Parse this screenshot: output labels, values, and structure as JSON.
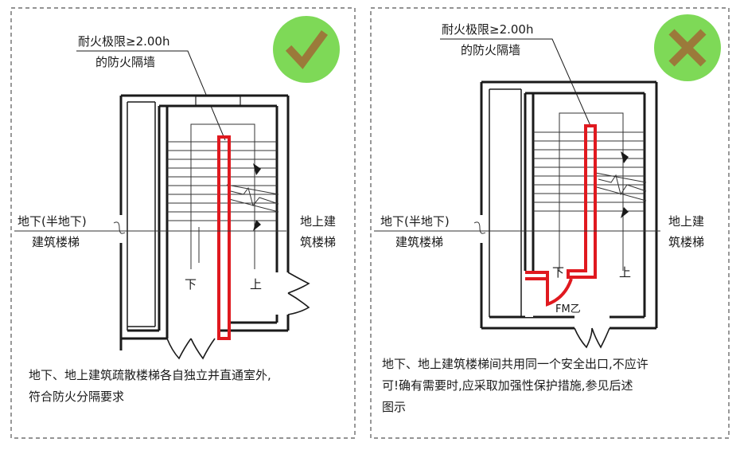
{
  "left_panel": {
    "callout_line1": "耐火极限≥2.00h",
    "callout_line2": "的防火隔墙",
    "label_basement_1": "地下(半地下)",
    "label_basement_2": "建筑楼梯",
    "label_above_1": "地上建",
    "label_above_2": "筑楼梯",
    "down": "下",
    "up": "上",
    "caption_line1": "地下、地上建筑疏散楼梯各自独立并直通室外,",
    "caption_line2": "符合防火分隔要求",
    "badge": "check",
    "badge_color": "#7ed957",
    "mark_color": "#9b7a3a"
  },
  "right_panel": {
    "callout_line1": "耐火极限≥2.00h",
    "callout_line2": "的防火隔墙",
    "label_basement_1": "地下(半地下)",
    "label_basement_2": "建筑楼梯",
    "label_above_1": "地上建",
    "label_above_2": "筑楼梯",
    "down": "下",
    "up": "上",
    "door_label": "FM乙",
    "caption_line1": "地下、地上建筑楼梯间共用同一个安全出口,不应许",
    "caption_line2": "可!确有需要时,应采取加强性保护措施,参见后述",
    "caption_line3": "图示",
    "badge": "cross",
    "badge_color": "#7ed957",
    "mark_color": "#9b7a3a"
  },
  "colors": {
    "fire_wall": "#e0191f",
    "line": "#1a1a1a",
    "frame": "#555555"
  }
}
